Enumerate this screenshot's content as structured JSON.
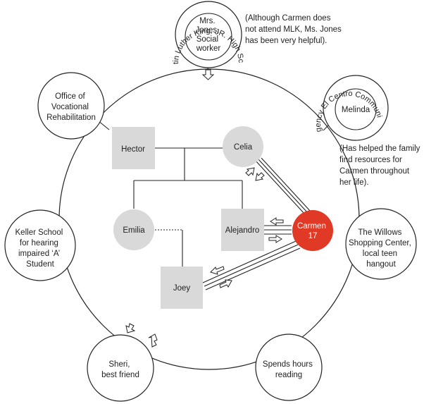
{
  "center_ring": {},
  "nodes": {
    "mlk": {
      "outer_label": "Martin Luther King, JR. High School",
      "inner_lines": [
        "Mrs.",
        "Jones,",
        "Social",
        "worker"
      ]
    },
    "agency": {
      "outer_label": "Agency El Centro Community",
      "inner_lines": [
        "Melinda"
      ]
    },
    "vocational": {
      "lines": [
        "Office of",
        "Vocational",
        "Rehabilitation"
      ]
    },
    "keller": {
      "lines": [
        "Keller School",
        "for hearing",
        "impaired ‘A’",
        "Student"
      ]
    },
    "willows": {
      "lines": [
        "The Willows",
        "Shopping Center,",
        "local teen",
        "hangout"
      ]
    },
    "sheri": {
      "lines": [
        "Sheri,",
        "best friend"
      ]
    },
    "reading": {
      "lines": [
        "Spends hours",
        "reading"
      ]
    }
  },
  "notes": {
    "mlk_note": [
      "(Although Carmen does",
      "not attend MLK, Ms. Jones",
      "has been very helpful)."
    ],
    "agency_note": [
      "(Has helped the family",
      "find resources for",
      "Carmen throughout",
      "her life)."
    ]
  },
  "family": {
    "hector": "Hector",
    "celia": "Celia",
    "emilia": "Emilia",
    "alejandro": "Alejandro",
    "joey": "Joey",
    "carmen_lines": [
      "Carmen",
      "17"
    ]
  },
  "colors": {
    "carmen": "#e03a26",
    "family_fill": "#d9d9d9",
    "line": "#222222"
  }
}
